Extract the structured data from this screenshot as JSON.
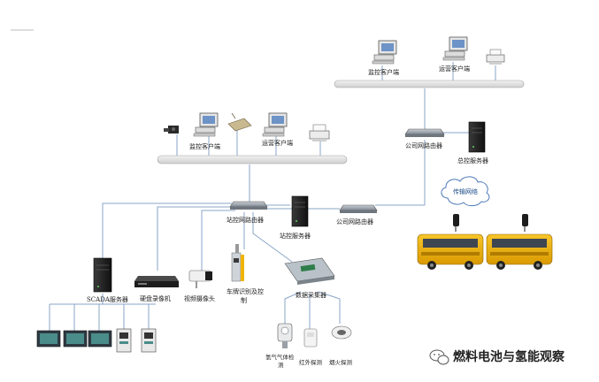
{
  "labels": {
    "monitor_client_top": "监控客户端",
    "ops_client_top": "运营客户端",
    "monitor_client_mid": "监控客户端",
    "ops_client_mid": "运营客户端",
    "company_router_top": "公司网路由器",
    "total_server": "总控服务器",
    "station_router": "站控网路由器",
    "station_server": "站控服务器",
    "company_router_mid": "公司网路由器",
    "transport_network": "传输网络",
    "scada_server": "SCADA服务器",
    "disk_recorder": "硬盘录像机",
    "camera": "视频摄像头",
    "plate_recog_line1": "车牌识别及控",
    "plate_recog_line2": "制",
    "data_collector": "数据采集器",
    "h2_detect_line1": "氢气气体检",
    "h2_detect_line2": "测",
    "ir_detect": "红外探测",
    "smoke_detect": "烟火探测"
  },
  "watermark": "燃料电池与氢能观察",
  "colors": {
    "line": "#8aa6c8",
    "bus": "#e8e8e8",
    "bus_border": "#999999",
    "bus_yellow": "#f2b400",
    "server_dark": "#1d1d1d"
  }
}
